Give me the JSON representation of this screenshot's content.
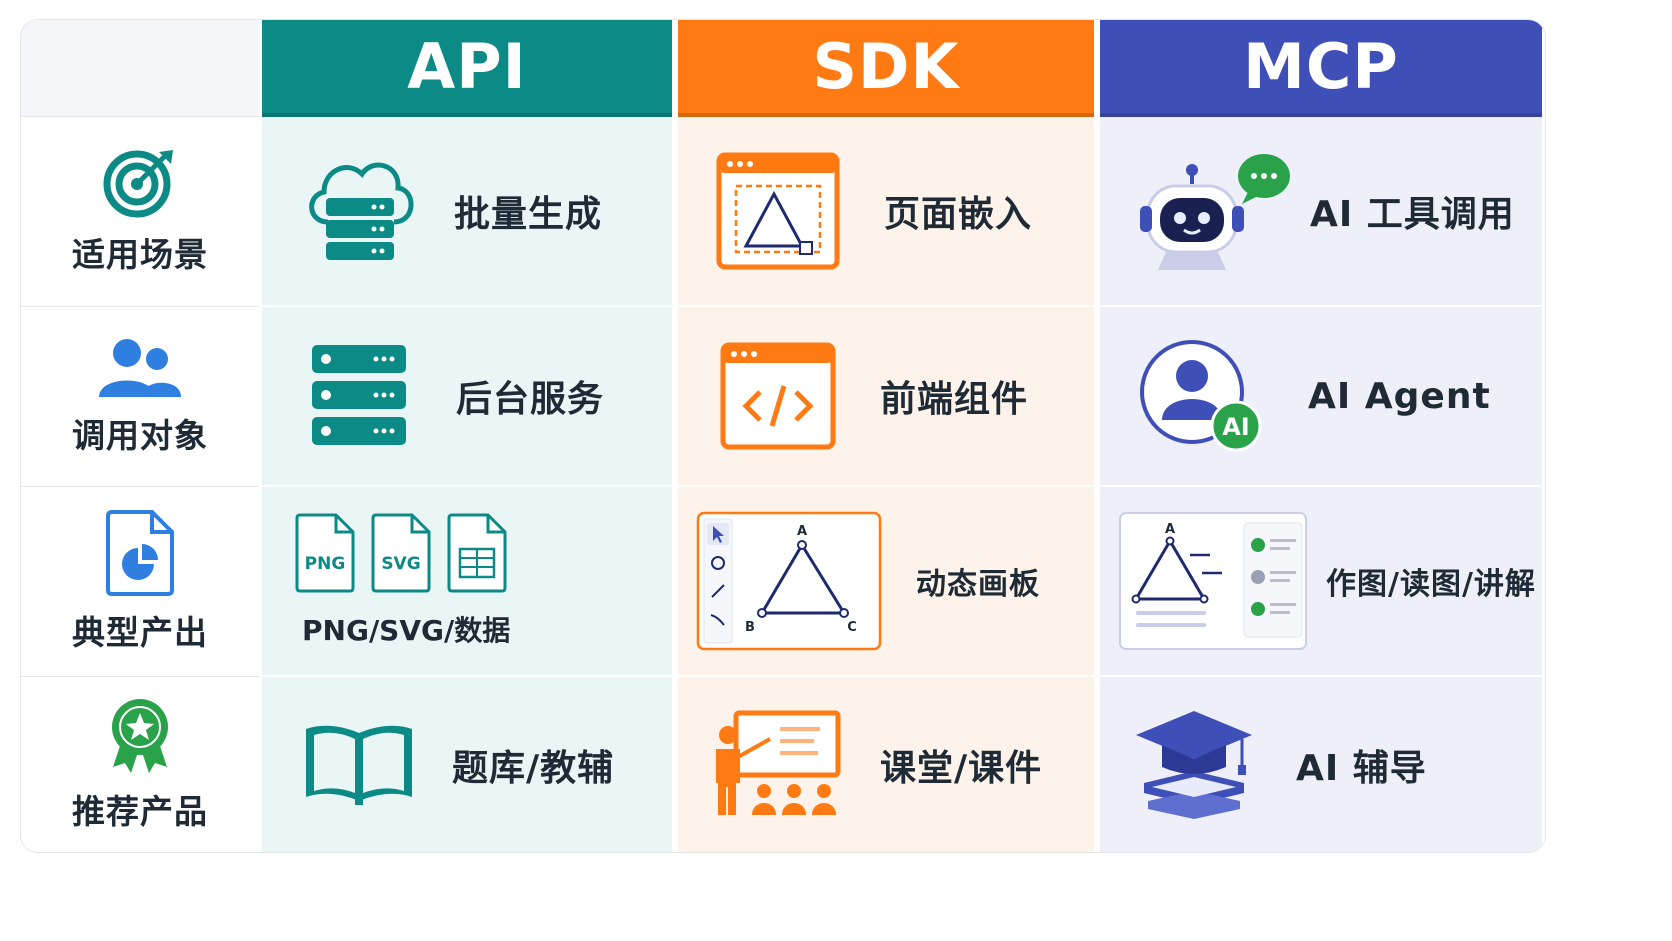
{
  "headers": {
    "api": "API",
    "sdk": "SDK",
    "mcp": "MCP"
  },
  "rows": [
    {
      "label": "适用场景",
      "api": "批量生成",
      "sdk": "页面嵌入",
      "mcp": "AI 工具调用"
    },
    {
      "label": "调用对象",
      "api": "后台服务",
      "sdk": "前端组件",
      "mcp": "AI Agent"
    },
    {
      "label": "典型产出",
      "api": "PNG/SVG/数据",
      "sdk": "动态画板",
      "mcp": "作图/读图/讲解"
    },
    {
      "label": "推荐产品",
      "api": "题库/教辅",
      "sdk": "课堂/课件",
      "mcp": "AI 辅导"
    }
  ],
  "icons": {
    "api_file_badges": [
      "PNG",
      "SVG"
    ],
    "mcp_badge": "AI",
    "triangle_vertices": [
      "A",
      "B",
      "C"
    ],
    "diagram_vertex": "A"
  },
  "colors": {
    "api": "#0b8a86",
    "sdk": "#ff7a12",
    "mcp": "#3f4fb8",
    "green": "#2aa24a",
    "accent_blue": "#2f7fe0"
  }
}
